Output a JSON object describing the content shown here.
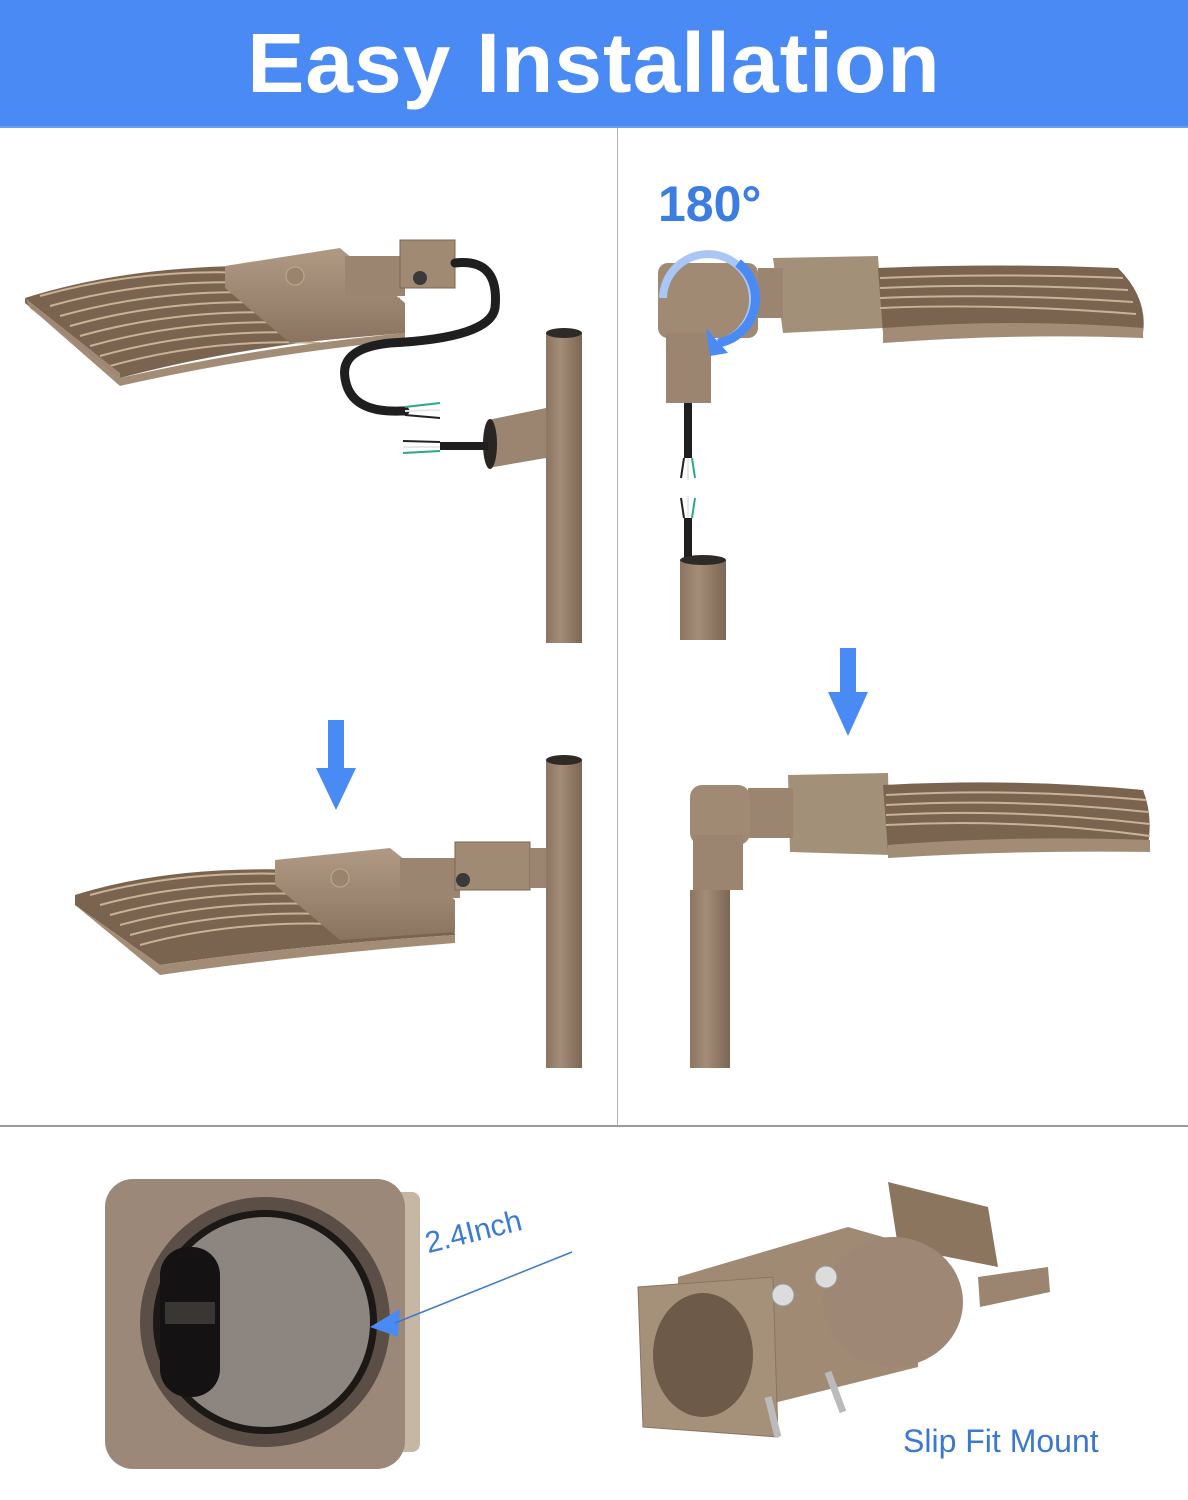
{
  "banner": {
    "title": "Easy Installation",
    "background_color": "#4a8af4",
    "text_color": "#ffffff"
  },
  "steps": [
    {
      "id": "step-1",
      "description": "Fixture with cable being routed to pole tenon, wires exposed"
    },
    {
      "id": "step-2",
      "description": "Adjustable arm mount rotated",
      "rotation_label": "180°"
    },
    {
      "id": "step-3",
      "description": "Fixture mounted on pole side-arm",
      "arrow": "down-arrow"
    },
    {
      "id": "step-4",
      "description": "Fixture slip-fitted on pole top",
      "arrow": "down-arrow"
    }
  ],
  "details": {
    "dimension_label": "2.4Inch",
    "mount_label": "Slip Fit Mount"
  },
  "colors": {
    "accent_blue": "#4a8af4",
    "label_blue": "#3b7de0",
    "bronze": "#9b8570",
    "bronze_dark": "#7a6552",
    "divider": "#b5b5b5"
  }
}
